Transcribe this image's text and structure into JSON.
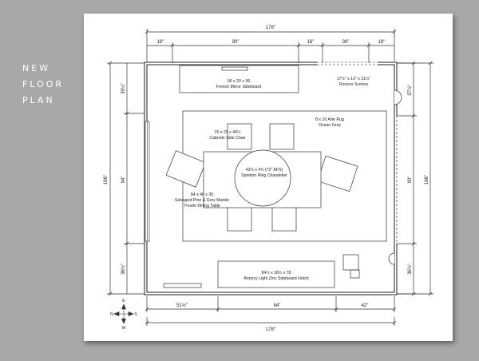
{
  "title": {
    "line1": "NEW",
    "line2": "FLOOR",
    "line3": "PLAN"
  },
  "dimensions": {
    "top_total": "178\"",
    "top_segments": [
      "18\"",
      "90\"",
      "18\"",
      "36\"",
      "18\""
    ],
    "bottom_segments": [
      "51⅔\"",
      "84\"",
      "42\""
    ],
    "bottom_total": "178\"",
    "left_segments": [
      "35½\"",
      "94\"",
      "36½\""
    ],
    "left_total": "166\"",
    "right_segments": [
      "37½\"",
      "90\"",
      "36½\""
    ],
    "right_total": "166\""
  },
  "furniture": {
    "sideboard": {
      "size": "90 x 20 x 36",
      "name": "French Mirror Sideboard"
    },
    "sconce": {
      "size": "17½\" x 10\" x 21½\"",
      "name": "Rococo Sconce"
    },
    "chair": {
      "size": "20 x 25 x 40½",
      "name": "Cabriole Side Chair"
    },
    "rug": {
      "size": "8 x 10 Arte Rug",
      "name": "Ocean Grey"
    },
    "chandelier": {
      "size": "43½ x 4¾ (72\" AFS)",
      "name": "Spiridon Ring Chandelier"
    },
    "table": {
      "size": "84 x 40 x 30",
      "name_line1": "Salvaged Pine & Grey Marble",
      "name_line2": "Trestle Dining Table"
    },
    "hutch": {
      "size": "84½ x 18½ x 78",
      "name": "Annecy Light Zinc Sideboard Hutch"
    }
  },
  "compass": {
    "n": "N",
    "s": "S",
    "e": "E",
    "w": "W"
  }
}
